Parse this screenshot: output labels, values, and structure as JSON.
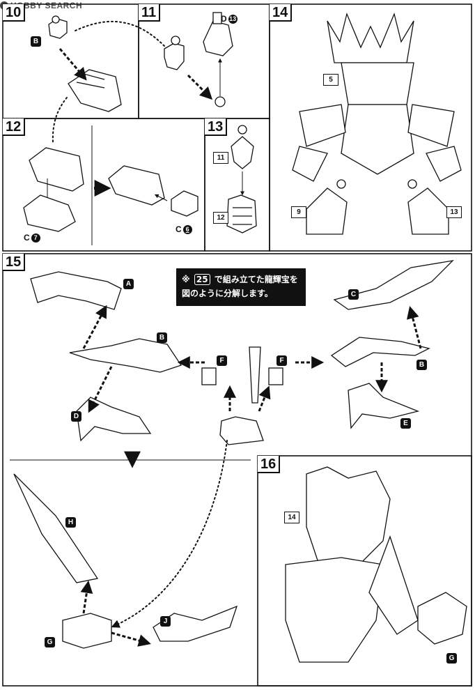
{
  "watermark": "HOBBY SEARCH",
  "steps": {
    "s10": "10",
    "s11": "11",
    "s12": "12",
    "s13": "13",
    "s14": "14",
    "s15": "15",
    "s16": "16"
  },
  "step10": {
    "part": "B"
  },
  "step11": {
    "part_d": "D",
    "num_d": "13"
  },
  "step12": {
    "c1": "C",
    "c1_num": "7",
    "c2": "C",
    "c2_num": "6"
  },
  "step13": {
    "n1": "11",
    "n2": "12"
  },
  "step14": {
    "n5": "5",
    "n9": "9",
    "n13": "13"
  },
  "step15": {
    "note_prefix": "※",
    "note_num": "25",
    "note_line1": "で組み立てた龍輝宝を",
    "note_line2": "図のように分解します。",
    "labels": {
      "A": "A",
      "B1": "B",
      "B2": "B",
      "C": "C",
      "D": "D",
      "E": "E",
      "F1": "F",
      "F2": "F",
      "G": "G",
      "H": "H",
      "J": "J"
    }
  },
  "step16": {
    "n14": "14",
    "g": "G"
  }
}
